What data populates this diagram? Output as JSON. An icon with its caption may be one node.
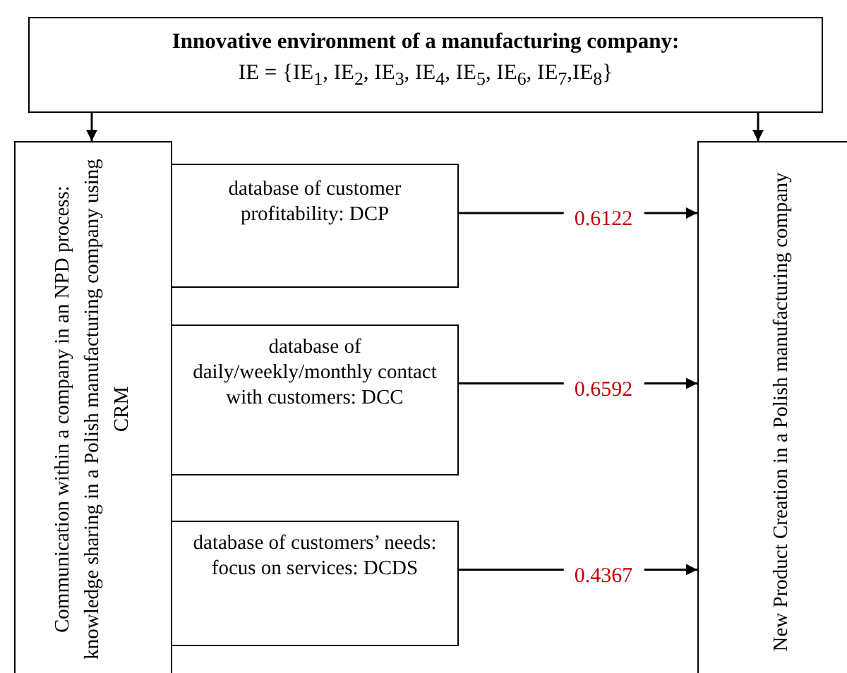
{
  "diagram": {
    "nodes": [
      {
        "text": [
          "Innovative environment of a manufacturing company:",
          "IE = {IE$_{1}$, IE$_{2}$, IE$_{3}$, IE$_{4}$, IE$_{5}$, IE$_{6}$, IE$_{7}$,IE$_{8}$}"
        ]
      },
      {
        "text": [
          "Communication within a company in an NPD process: knowledge sharing in a Polish manufacturing company using CRM"
        ]
      },
      {
        "text": [
          "database of customer profitability:  DCP"
        ]
      },
      {
        "text": [
          "database of daily/weekly/monthly contact with customers: DCC"
        ]
      },
      {
        "text": [
          "database of customers’ needs: focus on services: DCDS"
        ]
      },
      {
        "text": [
          "New Product Creation in a Polish manufacturing company"
        ]
      }
    ],
    "edges": [
      {
        "from": 0,
        "to": 1,
        "arrow": "to"
      },
      {
        "from": 0,
        "to": 5,
        "arrow": "to"
      },
      {
        "from": 2,
        "to": 5,
        "arrow": "to",
        "label": "0.6122"
      },
      {
        "from": 3,
        "to": 5,
        "arrow": "to",
        "label": "0.6592"
      },
      {
        "from": 4,
        "to": 5,
        "arrow": "to",
        "label": "0.4367"
      }
    ]
  }
}
